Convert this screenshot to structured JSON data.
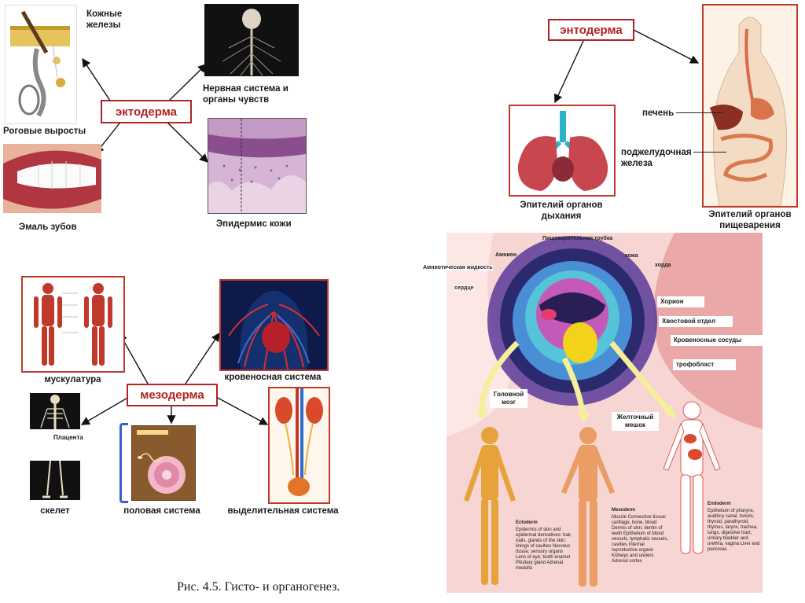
{
  "ectoderm": {
    "title": "эктодерма",
    "items": {
      "glands": "Кожные железы",
      "nervous": "Нервная система и органы чувств",
      "horn": "Роговые выросты",
      "enamel": "Эмаль зубов",
      "epidermis": "Эпидермис кожи"
    }
  },
  "entoderm": {
    "title": "энтодерма",
    "items": {
      "respiratory": "Эпителий органов дыхания",
      "digestive": "Эпителий органов пищеварения",
      "liver": "печень",
      "pancreas": "поджелудочная железа"
    }
  },
  "mesoderm": {
    "title": "мезодерма",
    "items": {
      "muscles": "мускулатура",
      "blood": "кровеносная система",
      "placenta": "Плацента",
      "skeleton": "скелет",
      "reproductive": "половая система",
      "excretory": "выделительная система"
    }
  },
  "embryo": {
    "labels": {
      "digestive_tube": "Пищеварительная трубка",
      "amnion": "Амнион",
      "amniotic_fluid": "Амниотическая жидкость",
      "heart": "сердце",
      "skin": "кожа",
      "notochord": "хорда",
      "chorion": "Хорион",
      "tail": "Хвостовой отдел",
      "vessels": "Кровеносные сосуды",
      "trophoblast": "трофобласт",
      "brain": "Головной мозг",
      "yolk_sac": "Желточный мешок"
    },
    "ectoderm_title": "Ectoderm",
    "ectoderm_text": "Epidermis of skin and epidermal derivatives: hair, nails, glands of the skin; linings of cavities Nervous tissue; sensory organs Lens of eye; tooth enamel Pituitary gland Adrenal medulla",
    "mesoderm_title": "Mesoderm",
    "mesoderm_text": "Muscle Connective tissue: cartilage, bone, blood Dermis of skin; dentin of teeth Epithelium of blood vessels, lymphatic vessels, cavities Internal reproductive organs Kidneys and ureters Adrenal cortex",
    "endoderm_title": "Endoderm",
    "endoderm_text": "Epithelium of pharynx, auditory canal, tonsils, thyroid, parathyroid, thymus, larynx, trachea, lungs, digestive tract, urinary bladder and urethra, vagina Liver and pancreas"
  },
  "caption": "Рис. 4.5. Гисто- и органогенез.",
  "colors": {
    "accent": "#b22222",
    "embryo_bg": "#f2c9c6",
    "ectoderm_figure": "#e8a23a",
    "yolk": "#f2d21b"
  }
}
